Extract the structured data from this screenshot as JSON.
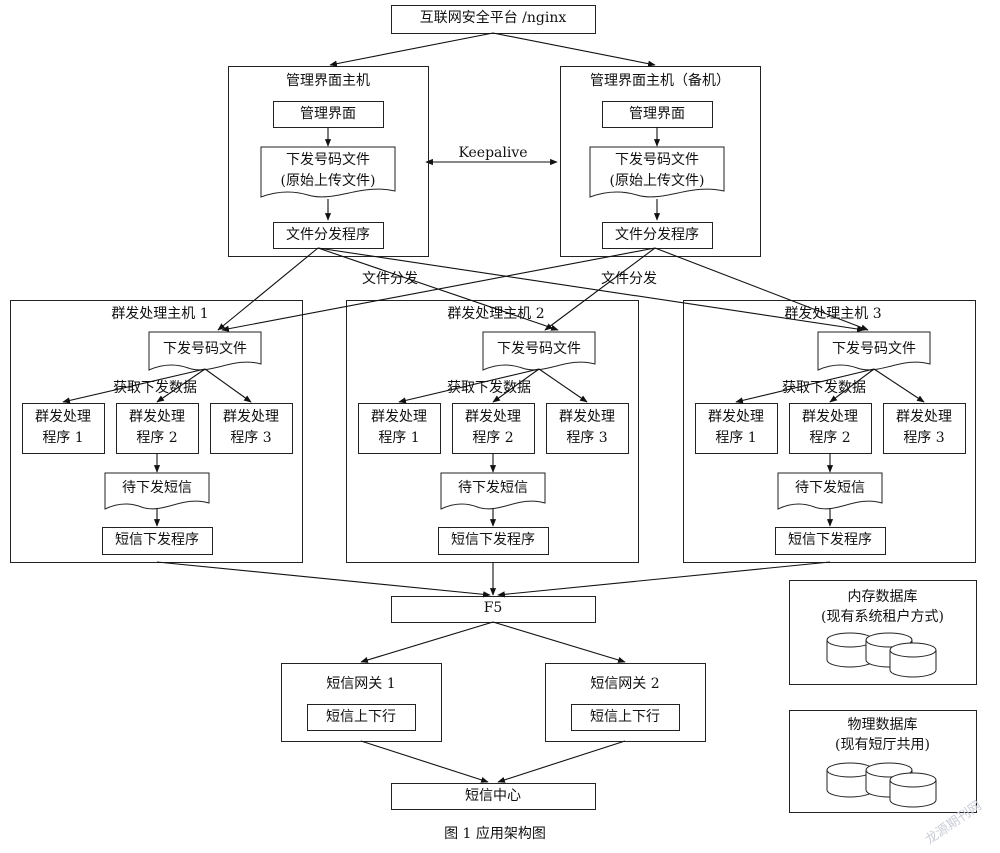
{
  "top": "互联网安全平台 /nginx",
  "mgmt_hosts": [
    {
      "title": "管理界面主机",
      "ui": "管理界面",
      "file_line1": "下发号码文件",
      "file_line2": "(原始上传文件)",
      "dist": "文件分发程序"
    },
    {
      "title": "管理界面主机（备机）",
      "ui": "管理界面",
      "file_line1": "下发号码文件",
      "file_line2": "(原始上传文件)",
      "dist": "文件分发程序"
    }
  ],
  "keepalive": "Keepalive",
  "file_distribute_label": "文件分发",
  "group_hosts": [
    {
      "title": "群发处理主机 1"
    },
    {
      "title": "群发处理主机 2"
    },
    {
      "title": "群发处理主机 3"
    }
  ],
  "group_common": {
    "file": "下发号码文件",
    "fetch": "获取下发数据",
    "procs": [
      {
        "line1": "群发处理",
        "line2": "程序 1"
      },
      {
        "line1": "群发处理",
        "line2": "程序 2"
      },
      {
        "line1": "群发处理",
        "line2": "程序 3"
      }
    ],
    "pending": "待下发短信",
    "sender": "短信下发程序"
  },
  "f5": "F5",
  "gateways": [
    {
      "title": "短信网关 1",
      "inner": "短信上下行"
    },
    {
      "title": "短信网关 2",
      "inner": "短信上下行"
    }
  ],
  "center": "短信中心",
  "mem_db": {
    "line1": "内存数据库",
    "line2": "(现有系统租户方式)"
  },
  "phys_db": {
    "line1": "物理数据库",
    "line2": "(现有短厅共用)"
  },
  "caption": "图 1   应用架构图",
  "watermark": "龙源期刊网"
}
